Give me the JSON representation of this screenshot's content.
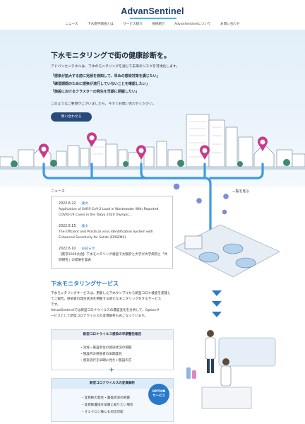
{
  "header": {
    "logo": "AdvanSentinel",
    "nav": [
      "ニュース",
      "下水疫学調査とは",
      "サービス紹介",
      "技術紹介",
      "AdvanSentinelについて",
      "お問い合わせ"
    ]
  },
  "hero": {
    "title": "下水モニタリングで街の健康診断を。",
    "intro": "アドバンセンチネルは、下水のモニタリングを通じて未来のリスクを可視化します。",
    "questions": [
      "「感染が拡大する前に兆候を検知して、早めの感染対策を講じたい」",
      "「練習期間のために感染が流行していないことを確認したい」",
      "「施設におけるクラスターの発生を早期に把握したい」"
    ],
    "cta": "このようなご要望がございましたら、今すぐお問い合わせください。",
    "inquiry_button": "問い合わせる"
  },
  "news": {
    "heading": "ニュース",
    "more_link": "一覧を見る",
    "items": [
      {
        "date": "2022.6.22",
        "tag": "論文",
        "title": "Application of SARS-CoV-2 Load in Wastewater With Reported COVID-19 Cases in the Tokyo 2020 Olympic..."
      },
      {
        "date": "2022.6.15",
        "tag": "論文",
        "title": "The Efficient and Practical virus Identification System with Enhanced Sensitivity for Solids (EPISENS)"
      },
      {
        "date": "2022.6.10",
        "tag": "お知らせ",
        "title": "【東京2020大会】下水モニタリング検査で大阪府と大学が大学病院と「共同研究」の成果を発表"
      }
    ]
  },
  "service": {
    "title": "下水モニタリングサービス",
    "desc": [
      "下水モニタリングサービスは、用意した下水サンプルから新型コロナ検査を実施し",
      "てご報告。感染者の発生状況を把握する新たなモニタリングをするサービス",
      "です。",
      "AdvanSentinelでは新型コロナウイルスの濃度変化を分析して、Optionサ",
      "ービスとして新型コロナウイルスの変異解析もおこなっています。"
    ],
    "box1": {
      "heading": "新型コロナウイルス感染の早期警告報告",
      "items": [
        "・流域・施設単位の感染状況の把握",
        "・施設内の感染者の早期発見",
        "・感染流行を早期に見たい施設の方"
      ]
    },
    "plus": "+",
    "box2": {
      "heading": "新型コロナウイルスの変異解析",
      "items": [
        "・変異株の発生・置換状況の把握",
        "・変異株置換を早期に知りたい場合",
        "・オミクロン株にも対応可能"
      ]
    },
    "option_badge": [
      "OPTION",
      "サービス"
    ]
  },
  "colors": {
    "brand": "#1d3c6e",
    "accent": "#2a78c8",
    "pipe": "#3d9be0",
    "pin": "#c83a8a",
    "button": "#284a7a"
  }
}
